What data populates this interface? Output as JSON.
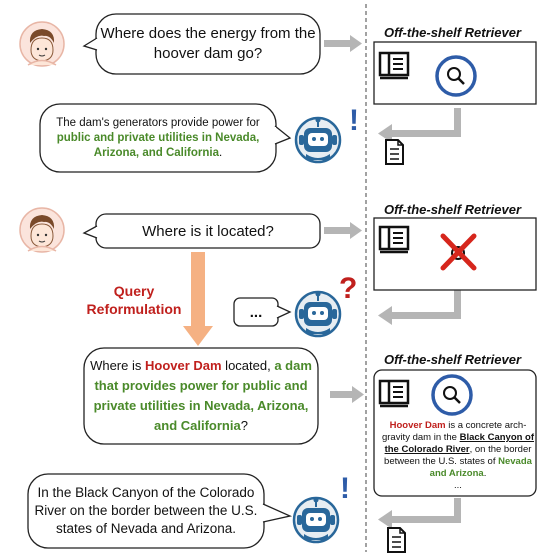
{
  "questions": {
    "q1": "Where does the energy from the hoover dam go?",
    "q2": "Where is it located?",
    "q3": {
      "t1": "Where is ",
      "entity": "Hoover Dam",
      "t2": " located, ",
      "desc": "a dam that provides power for public and private utilities in Nevada, Arizona, and California",
      "t3": "?"
    }
  },
  "answers": {
    "a1": {
      "plain": "The dam's generators provide power for ",
      "highlight": "public and private utilities in Nevada, Arizona, and California",
      "end": "."
    },
    "a2": "In the Black Canyon of the Colorado River on the border between the U.S. states of Nevada and Arizona.",
    "ellipsis": "..."
  },
  "retriever": {
    "title": "Off-the-shelf Retriever",
    "doc": {
      "entity": "Hoover Dam",
      "t1": " is a concrete arch-gravity dam in the ",
      "location": "Black Canyon of the Colorado River",
      "t2": ", on the border between the U.S. states of ",
      "states": "Nevada and Arizona",
      "t3": ".",
      "ellipsis": "..."
    }
  },
  "labels": {
    "reformulation": "Query Reformulation"
  },
  "marks": {
    "exclamation": "!",
    "question": "?"
  },
  "colors": {
    "accent_red": "#c0201d",
    "accent_green": "#4a8a2a",
    "robot_blue": "#29679a",
    "arrow_gray": "#b5b5b5",
    "arrow_orange": "#f5b183",
    "search_blue": "#2e5ca8"
  },
  "icons": [
    "user-avatar-icon",
    "robot-icon",
    "book-icon",
    "search-icon",
    "cross-icon",
    "document-icon",
    "arrow-icon"
  ]
}
